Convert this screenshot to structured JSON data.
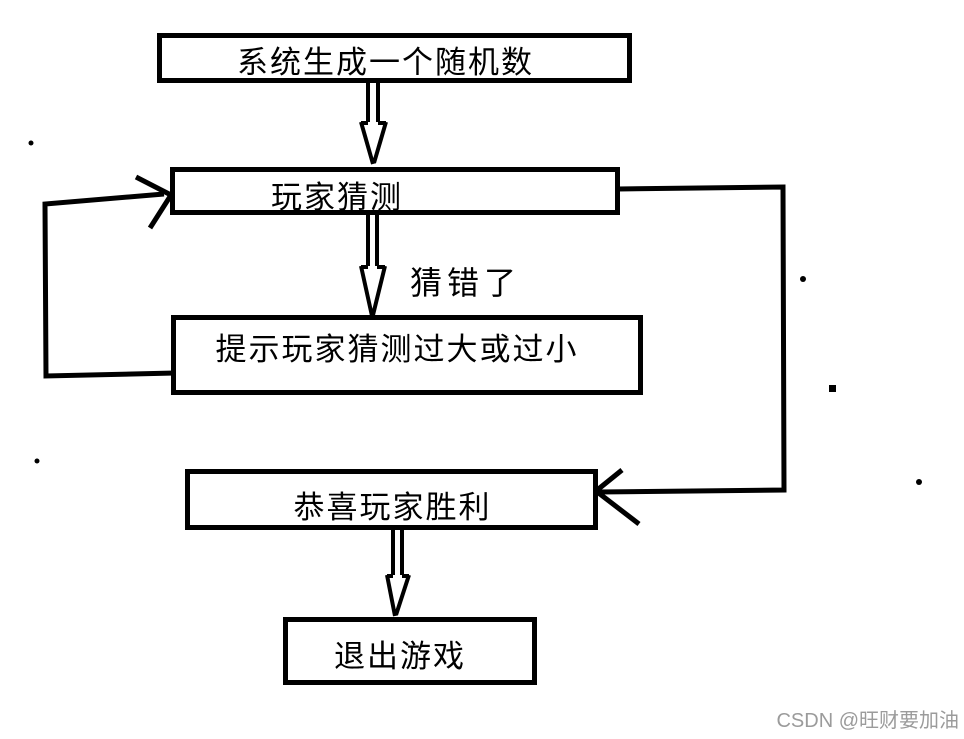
{
  "diagram": {
    "type": "flowchart",
    "description": "Hand-drawn flowchart of a number guessing game",
    "nodes": [
      {
        "id": "generate",
        "label": "系统生成一个随机数"
      },
      {
        "id": "guess",
        "label": "玩家猜测"
      },
      {
        "id": "hint",
        "label": "提示玩家猜测过大或过小"
      },
      {
        "id": "win",
        "label": "恭喜玩家胜利"
      },
      {
        "id": "exit",
        "label": "退出游戏"
      }
    ],
    "edges": [
      {
        "from": "generate",
        "to": "guess",
        "label": "",
        "style": "hollow-double-arrow"
      },
      {
        "from": "guess",
        "to": "hint",
        "label": "猜错了",
        "style": "hollow-double-arrow"
      },
      {
        "from": "hint",
        "to": "guess",
        "label": "",
        "style": "loop-left"
      },
      {
        "from": "guess",
        "to": "win",
        "label": "",
        "style": "loop-right"
      },
      {
        "from": "win",
        "to": "exit",
        "label": "",
        "style": "hollow-double-arrow"
      }
    ]
  },
  "watermark": {
    "text": "CSDN @旺财要加油",
    "color": "#9b9b9b"
  },
  "colors": {
    "stroke": "#000000",
    "background": "#ffffff"
  }
}
